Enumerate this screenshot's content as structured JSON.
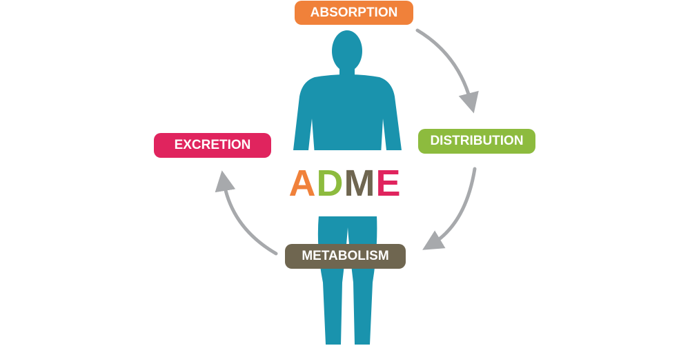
{
  "diagram": {
    "acronym": {
      "letters": [
        {
          "char": "A",
          "color": "#f0813a"
        },
        {
          "char": "D",
          "color": "#8dbb3e"
        },
        {
          "char": "M",
          "color": "#6f6650"
        },
        {
          "char": "E",
          "color": "#e0245e"
        }
      ]
    },
    "stages": {
      "absorption": {
        "label": "ABSORPTION",
        "color": "#f0813a"
      },
      "distribution": {
        "label": "DISTRIBUTION",
        "color": "#8dbb3e"
      },
      "metabolism": {
        "label": "METABOLISM",
        "color": "#6f6650"
      },
      "excretion": {
        "label": "EXCRETION",
        "color": "#e0245e"
      }
    },
    "body_color": "#1a93ad",
    "arrow_color": "#a7a9ac"
  }
}
